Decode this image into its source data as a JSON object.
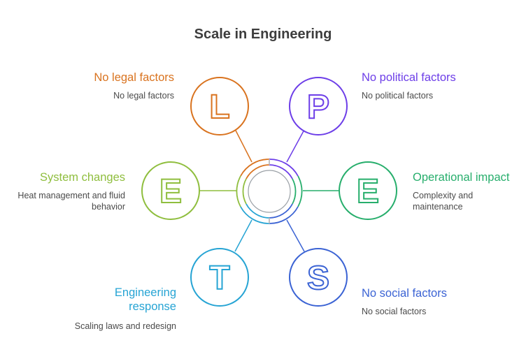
{
  "title": "Scale in Engineering",
  "letters": {
    "L": "L",
    "P": "P",
    "E_left": "E",
    "E_right": "E",
    "T": "T",
    "S": "S"
  },
  "factors": {
    "legal": {
      "heading": "No legal factors",
      "description": "No legal factors",
      "color": "#d9731f"
    },
    "political": {
      "heading": "No political factors",
      "description": "No political factors",
      "color": "#6d3ee8"
    },
    "environmental": {
      "heading": "System changes",
      "description": "Heat management and fluid behavior",
      "color": "#8fbe3e"
    },
    "economic": {
      "heading": "Operational impact",
      "description": "Complexity and maintenance",
      "color": "#27ae6c"
    },
    "technological": {
      "heading": "Engineering response",
      "description": "Scaling laws and redesign",
      "color": "#26a4d4"
    },
    "social": {
      "heading": "No social factors",
      "description": "No social factors",
      "color": "#3b63d4"
    }
  }
}
